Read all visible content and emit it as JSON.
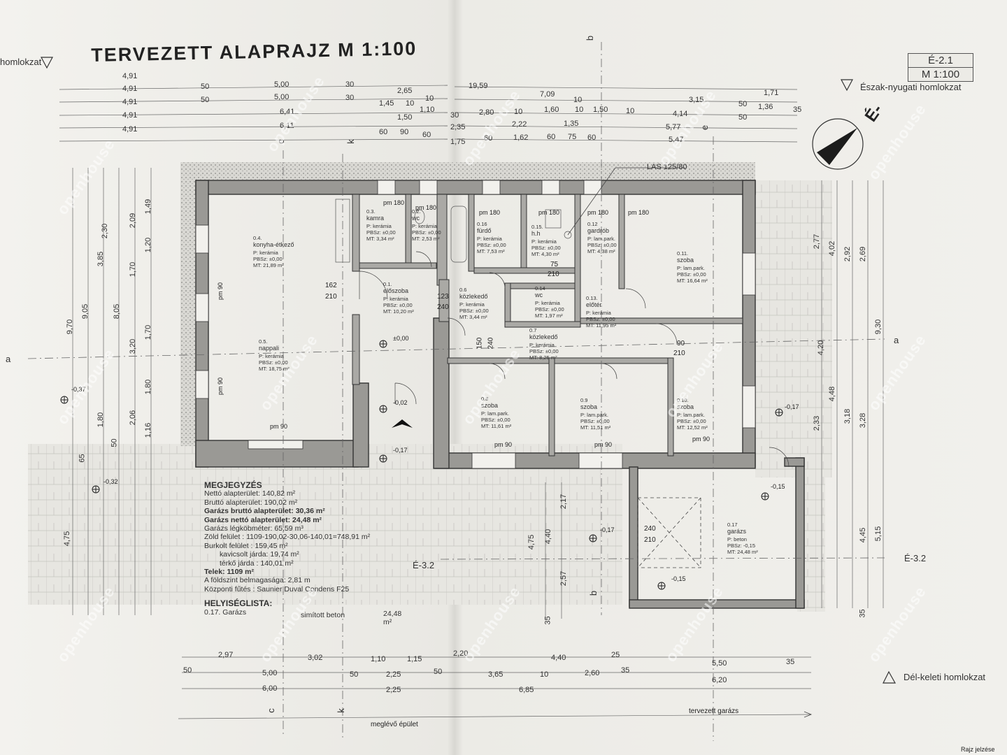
{
  "title": "TERVEZETT ALAPRAJZ M 1:100",
  "sheet_code": "É-2.1",
  "scale": "M 1:100",
  "north_label": "É-",
  "elevations": {
    "left": "homlokzat",
    "nw": "Észak-nyugati homlokzat",
    "se": "Dél-keleti homlokzat"
  },
  "section_marks": {
    "a": "a",
    "b": "b",
    "c": "c",
    "k": "k",
    "e": "e",
    "e32": "É-3.2"
  },
  "las": "LAS 125/80",
  "rooms": [
    {
      "no": "0.4.",
      "name": "konyha-étkező",
      "floor": "P: kerámia",
      "pbsz": "PBSz: ±0,00",
      "mt": "MT: 21,89 m²"
    },
    {
      "no": "0.3.",
      "name": "kamra",
      "floor": "P: kerámia",
      "pbsz": "PBSz: ±0,00",
      "mt": "MT: 3,34 m²"
    },
    {
      "no": "0.2.",
      "name": "wc",
      "floor": "P: kerámia",
      "pbsz": "PBSz: ±0,00",
      "mt": "MT: 2,53 m²"
    },
    {
      "no": "0.16",
      "name": "fürdő",
      "floor": "P: kerámia",
      "pbsz": "PBSz: ±0,00",
      "mt": "MT: 7,53 m²"
    },
    {
      "no": "0.15.",
      "name": "h.h",
      "floor": "P: kerámia",
      "pbsz": "PBSz: ±0,00",
      "mt": "MT: 4,30 m²"
    },
    {
      "no": "0.12",
      "name": "gardrób",
      "floor": "P: lam.park.",
      "pbsz": "PBSz: ±0,00",
      "mt": "MT: 4,38 m²"
    },
    {
      "no": "0.11.",
      "name": "szoba",
      "floor": "P: lam.park.",
      "pbsz": "PBSz: ±0,00",
      "mt": "MT: 16,64 m²"
    },
    {
      "no": "0.1.",
      "name": "előszoba",
      "floor": "P: kerámia",
      "pbsz": "PBSz: ±0,00",
      "mt": "MT: 10,20 m²"
    },
    {
      "no": "0.6",
      "name": "közlekedő",
      "floor": "P: kerámia",
      "pbsz": "PBSz: ±0,00",
      "mt": "MT: 3,44 m²"
    },
    {
      "no": "0.14",
      "name": "wc",
      "floor": "P: kerámia",
      "pbsz": "PBSz: ±0,00",
      "mt": "MT: 1,97 m²"
    },
    {
      "no": "0.13.",
      "name": "előtér",
      "floor": "P: kerámia",
      "pbsz": "PBSz: ±0,00",
      "mt": "MT: 11,95 m²"
    },
    {
      "no": "0.7",
      "name": "közlekedő",
      "floor": "P: kerámia",
      "pbsz": "PBSz: ±0,00",
      "mt": "MT: 8,25 m²"
    },
    {
      "no": "0.5.",
      "name": "nappali",
      "floor": "P: kerámia",
      "pbsz": "PBSz: ±0,00",
      "mt": "MT: 18,75 m²"
    },
    {
      "no": "0.8",
      "name": "szoba",
      "floor": "P: lam.park.",
      "pbsz": "PBSz: ±0,00",
      "mt": "MT: 11,61 m²"
    },
    {
      "no": "0.9",
      "name": "szoba",
      "floor": "P: lam.park.",
      "pbsz": "PBSz: ±0,00",
      "mt": "MT: 11,51 m²"
    },
    {
      "no": "0.10.",
      "name": "szoba",
      "floor": "P: lam.park.",
      "pbsz": "PBSz: ±0,00",
      "mt": "MT: 12,52 m²"
    },
    {
      "no": "0.17",
      "name": "garázs",
      "floor": "P: beton",
      "pbsz": "PBSz: -0,15",
      "mt": "MT: 24,48 m²"
    }
  ],
  "levels": [
    "±0,00",
    "-0,02",
    "-0,17",
    "-0,32",
    "-0,37",
    "-0,17",
    "-0,15",
    "-0,15",
    "-0,17"
  ],
  "dims_top": {
    "r1": [
      "4,91",
      "19,59",
      "1,71"
    ],
    "r2": [
      "4,91",
      "50",
      "5,00",
      "30",
      "2,65",
      "10",
      "7,09",
      "10",
      "3,15",
      "50",
      "1,36",
      "35"
    ],
    "r3": [
      "4,91",
      "50",
      "5,00",
      "30",
      "1,45",
      "10",
      "1,10",
      "30",
      "2,80",
      "10",
      "1,60",
      "10",
      "1,50",
      "10",
      "4,14",
      "50"
    ],
    "r4": [
      "4,91",
      "6,41",
      "1,50",
      "2,35",
      "2,22",
      "1,35",
      "5,77"
    ],
    "r5": [
      "4,91",
      "6,11",
      "60",
      "90",
      "60",
      "1,75",
      "60",
      "1,62",
      "60",
      "75",
      "60",
      "5,47"
    ]
  },
  "dims_left": [
    "9,70",
    "9,05",
    "3,85",
    "8,05",
    "3,20",
    "1,70",
    "1,20",
    "1,70",
    "2,09",
    "2,30",
    "1,49",
    "1,80",
    "2,06",
    "1,16",
    "4,75",
    "1,80",
    "50",
    "65"
  ],
  "dims_right": [
    "2,77",
    "4,02",
    "2,92",
    "2,69",
    "9,30",
    "4,20",
    "4,48",
    "3,18",
    "3,28",
    "2,33",
    "4,45",
    "5,15",
    "35"
  ],
  "dims_mid": [
    "4,75",
    "4,40",
    "2,17",
    "2,57",
    "35"
  ],
  "dims_bottom": {
    "r1": [
      "2,97",
      "3,02",
      "1,10",
      "1,15",
      "2,20",
      "4,40",
      "25",
      "5,50",
      "35"
    ],
    "r2": [
      "50",
      "5,00",
      "50",
      "2,25",
      "50",
      "3,65",
      "10",
      "2,60",
      "35",
      "6,20"
    ],
    "r3": [
      "6,00",
      "2,25",
      "6,85"
    ]
  },
  "door_labels": [
    "pm 180",
    "pm 180",
    "pm 180",
    "pm 180",
    "pm 180",
    "pm 180",
    "pm 90",
    "pm 90",
    "pm 90",
    "pm 90",
    "pm 90",
    "pm 90",
    "162",
    "210",
    "123",
    "240",
    "75",
    "210",
    "90",
    "210",
    "150",
    "240",
    "240",
    "210"
  ],
  "notes": {
    "heading": "MEGJEGYZÉS",
    "lines": [
      {
        "text": "Nettó alapterület: 140,82 m²",
        "bold": false
      },
      {
        "text": "Bruttó alapterület: 190,02 m²",
        "bold": false
      },
      {
        "text": "Garázs bruttó alapterület: 30,36 m²",
        "bold": true
      },
      {
        "text": "Garázs nettó alapterület: 24,48 m²",
        "bold": true
      },
      {
        "text": "Garázs légköbméter: 65,59 m³",
        "bold": false
      },
      {
        "text": "Zöld felület : 1109-190,02-30,06-140,01=748,91 m²",
        "bold": false
      },
      {
        "text": "Burkolt felület : 159,45 m²",
        "bold": false
      },
      {
        "text": "kavicsolt járda: 19,74 m²",
        "bold": false,
        "indent": true
      },
      {
        "text": "térkő járda : 140,01 m²",
        "bold": false,
        "indent": true
      },
      {
        "text": "Telek: 1109 m²",
        "bold": true
      },
      {
        "text": "A földszint belmagasága: 2,81 m",
        "bold": false
      },
      {
        "text": "Központi fűtés : Saunier Duval Condens F25",
        "bold": false
      }
    ],
    "list_heading": "HELYISÉGLISTA:",
    "list_room": "0.17. Garázs",
    "list_floor": "simított beton",
    "list_area": "24,48 m²"
  },
  "bottom_labels": {
    "existing": "meglévő épület",
    "garage": "tervezett garázs",
    "stamp": "Rajz jelzése"
  },
  "watermark": "openhouse"
}
